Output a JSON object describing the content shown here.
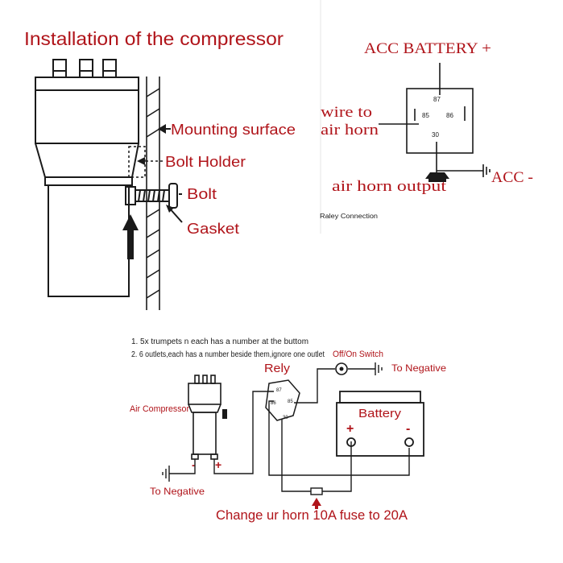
{
  "colors": {
    "accent_red": "#b0141a",
    "line": "#1a1a1a",
    "background": "#ffffff"
  },
  "install": {
    "title": "Installation of the compressor",
    "mounting_surface": "Mounting surface",
    "bolt_holder": "Bolt Holder",
    "bolt": "Bolt",
    "gasket": "Gasket"
  },
  "relay": {
    "acc_battery": "ACC BATTERY +",
    "wire_to": "wire to",
    "air_horn": "air horn",
    "air_horn_output": "air horn output",
    "acc_minus": "ACC -",
    "pin_87": "87",
    "pin_85": "85",
    "pin_86": "86",
    "pin_30": "30",
    "caption": "Raley Connection"
  },
  "wiring": {
    "note1": "1. 5x trumpets n each has a number at the buttom",
    "note2": "2. 6 outlets,each has a number beside them,ignore one outlet",
    "switch": "Off/On Switch",
    "to_negative_right": "To Negative",
    "rely": "Rely",
    "air_compressor": "Air Compressor",
    "battery": "Battery",
    "to_negative_left": "To Negative",
    "fuse_note": "Change ur horn 10A fuse to 20A",
    "minus": "-",
    "plus": "+",
    "pin_87": "87",
    "pin_86": "86",
    "pin_85": "85",
    "pin_30": "30"
  }
}
